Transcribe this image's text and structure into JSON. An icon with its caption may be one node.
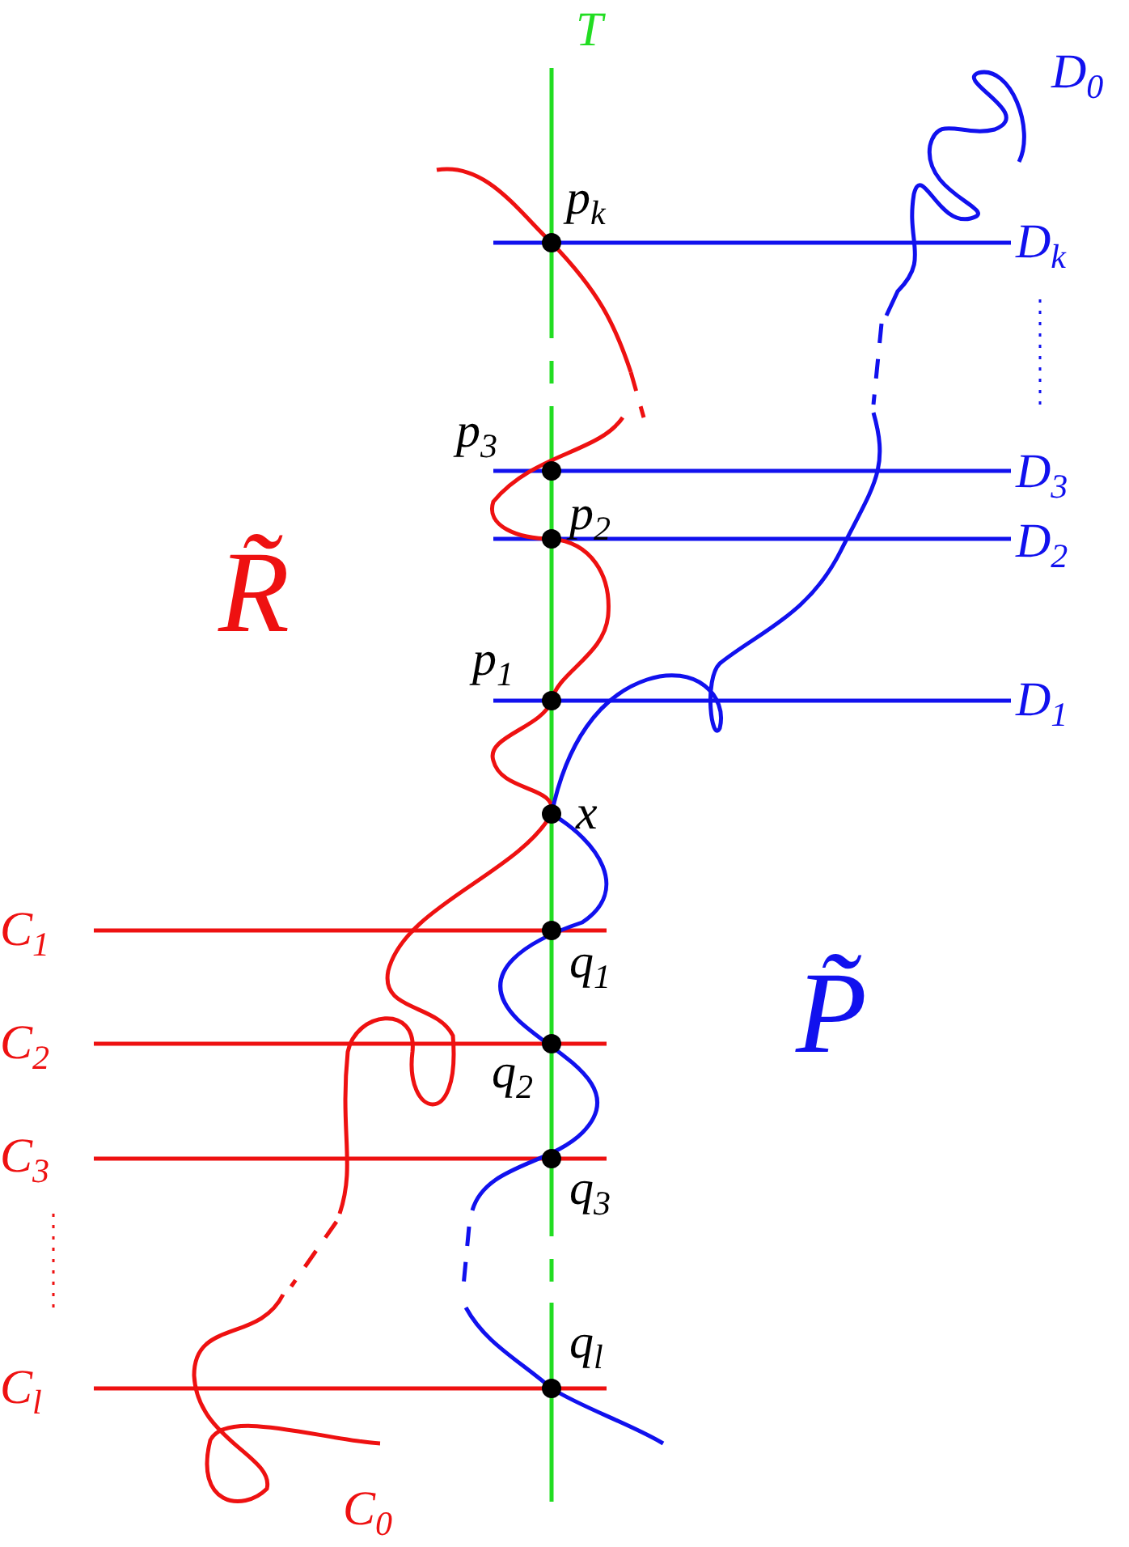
{
  "diagram": {
    "labels": [
      "T",
      "D$_{0}$",
      "p$_{k}$",
      "D$_{k}$",
      "p$_{3}$",
      "D$_{3}$",
      "R̃",
      "p$_{2}$",
      "D$_{2}$",
      "p$_{1}$",
      "D$_{1}$",
      "x",
      "C$_{1}$",
      "q$_{1}$",
      "C$_{2}$",
      "q$_{2}$",
      "P̃",
      "C$_{3}$",
      "q$_{3}$",
      "q$_{l}$",
      "C$_{l}$",
      "C$_{0}$"
    ]
  }
}
